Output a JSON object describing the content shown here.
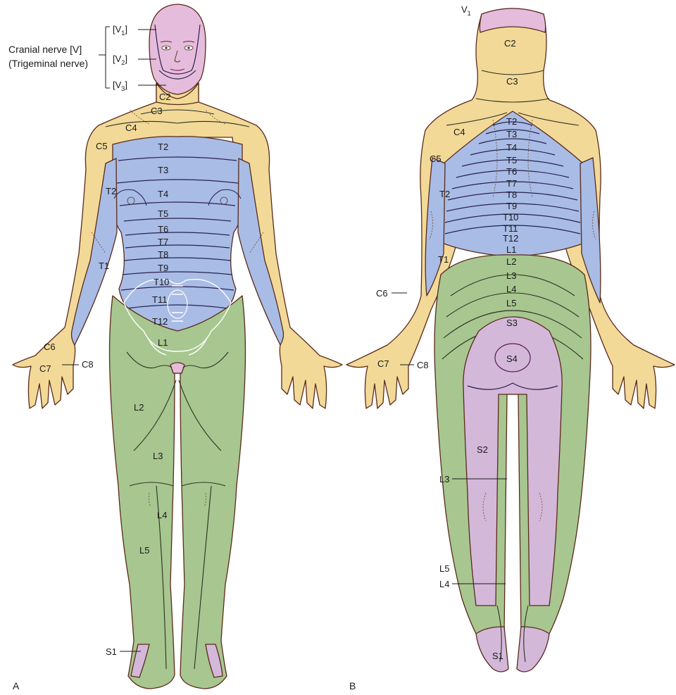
{
  "colors": {
    "cervical": "#f2d998",
    "thoracic": "#a8bce6",
    "lumbar": "#a8c690",
    "sacral": "#d4b8da",
    "trigeminal": "#e6bcdc",
    "outline": "#5a2a1a"
  },
  "panel_labels": {
    "a": "A",
    "b": "B"
  },
  "trigeminal": {
    "group_label_1": "Cranial nerve [V]",
    "group_label_2": "(Trigeminal nerve)",
    "v1": "V",
    "v1_sub": "1",
    "v2": "V",
    "v2_sub": "2",
    "v3": "V",
    "v3_sub": "3",
    "open_bracket": "[",
    "close_bracket": "]"
  },
  "anterior": {
    "c2": "C2",
    "c3": "C3",
    "c4": "C4",
    "c5": "C5",
    "c6": "C6",
    "c7": "C7",
    "c8": "C8",
    "t1": "T1",
    "t2_arm": "T2",
    "t2": "T2",
    "t3": "T3",
    "t4": "T4",
    "t5": "T5",
    "t6": "T6",
    "t7": "T7",
    "t8": "T8",
    "t9": "T9",
    "t10": "T10",
    "t11": "T11",
    "t12": "T12",
    "l1": "L1",
    "l2": "L2",
    "l3": "L3",
    "l4": "L4",
    "l5": "L5",
    "s1": "S1"
  },
  "posterior": {
    "v1": "V",
    "v1_sub": "1",
    "c2": "C2",
    "c3": "C3",
    "c4": "C4",
    "c5": "C5",
    "c6": "C6",
    "c7": "C7",
    "c8": "C8",
    "t1": "T1",
    "t2_arm": "T2",
    "t2": "T2",
    "t3": "T3",
    "t4": "T4",
    "t5": "T5",
    "t6": "T6",
    "t7": "T7",
    "t8": "T8",
    "t9": "T9",
    "t10": "T10",
    "t11": "T11",
    "t12": "T12",
    "l1": "L1",
    "l2": "L2",
    "l3": "L3",
    "l4": "L4",
    "l5": "L5",
    "s1": "S1",
    "s2": "S2",
    "s3": "S3",
    "s4": "S4",
    "l3_leg": "L3",
    "l5_leg": "L5",
    "l4_leg": "L4"
  }
}
